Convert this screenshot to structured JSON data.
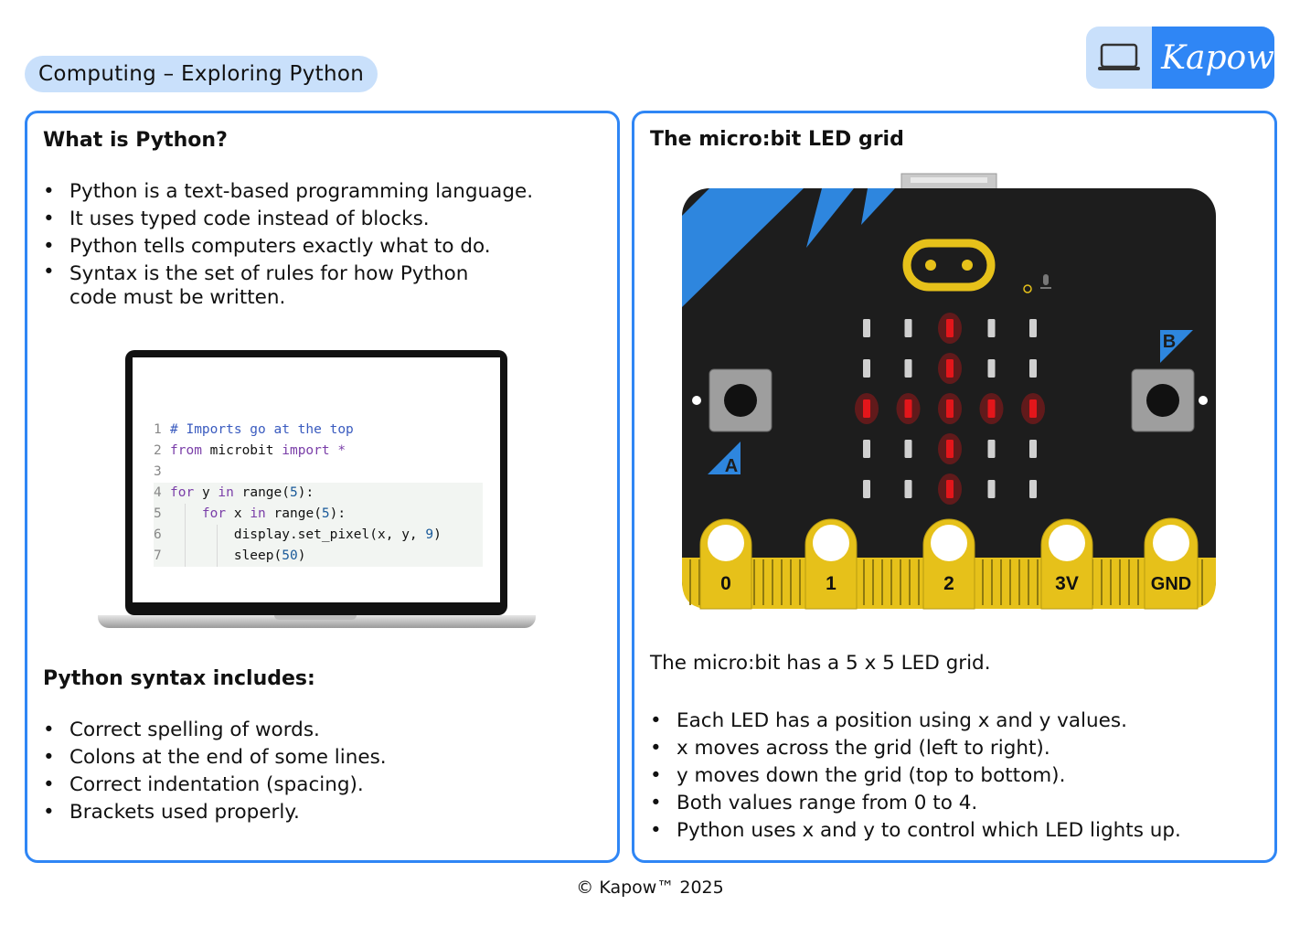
{
  "header": {
    "title": "Computing – Exploring Python",
    "logo_text": "Kapow"
  },
  "left": {
    "heading": "What is Python?",
    "bullets": [
      "Python is a text-based programming language.",
      "It uses typed code instead of blocks.",
      "Python tells computers exactly what to do.",
      "Syntax is the set of rules for how Python code must be written."
    ],
    "code": [
      {
        "n": "1",
        "text": "# Imports go at the top"
      },
      {
        "n": "2",
        "text": "from microbit import *"
      },
      {
        "n": "3",
        "text": ""
      },
      {
        "n": "4",
        "text": "for y in range(5):"
      },
      {
        "n": "5",
        "text": "    for x in range(5):"
      },
      {
        "n": "6",
        "text": "        display.set_pixel(x, y, 9)"
      },
      {
        "n": "7",
        "text": "        sleep(50)"
      }
    ],
    "syntax_heading": "Python syntax includes:",
    "syntax_bullets": [
      "Correct spelling of words.",
      "Colons at the end of some lines.",
      "Correct indentation (spacing).",
      "Brackets used properly."
    ]
  },
  "right": {
    "heading": "The micro:bit LED grid",
    "board": {
      "button_a": "A",
      "button_b": "B",
      "pins": [
        "0",
        "1",
        "2",
        "3V",
        "GND"
      ],
      "lit_leds": [
        [
          2,
          0
        ],
        [
          2,
          1
        ],
        [
          0,
          2
        ],
        [
          1,
          2
        ],
        [
          2,
          2
        ],
        [
          3,
          2
        ],
        [
          4,
          2
        ],
        [
          2,
          3
        ],
        [
          2,
          4
        ]
      ],
      "led_on_color": "#e3161b",
      "board_color": "#1d1d1d",
      "edge_color": "#e6c11a",
      "accent_color": "#2e86de"
    },
    "intro": "The micro:bit has a 5 x 5 LED grid.",
    "bullets": [
      "Each LED has a position using x and y values.",
      "x moves across the grid (left to right).",
      "y moves down the grid (top to bottom).",
      "Both values range from 0 to 4.",
      "Python uses x and y to control which LED lights up."
    ]
  },
  "footer": "© Kapow™ 2025"
}
